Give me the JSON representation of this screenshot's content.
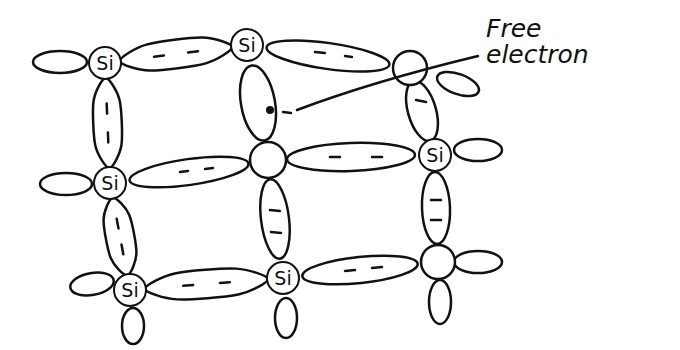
{
  "diagram": {
    "nodes": [
      {
        "text": [
          "Si"
        ]
      },
      {
        "text": [
          "Si"
        ]
      },
      {
        "text": [
          "Si"
        ]
      },
      {
        "text": [
          "Si"
        ]
      },
      {
        "text": [
          "Si"
        ]
      },
      {
        "text": [
          "Si"
        ]
      }
    ],
    "edges": [
      {
        "from": 0,
        "to": 1,
        "arrow": "none"
      },
      {
        "from": 0,
        "to": 2,
        "arrow": "none"
      },
      {
        "from": 2,
        "to": 4,
        "arrow": "none"
      },
      {
        "from": 4,
        "to": 5,
        "arrow": "none"
      }
    ],
    "labels": [
      "Free electron"
    ]
  }
}
